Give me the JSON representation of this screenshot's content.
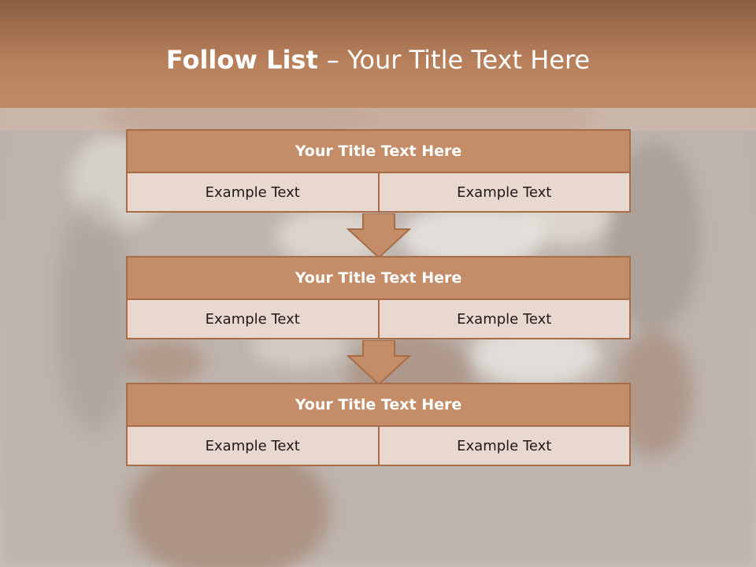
{
  "slide": {
    "title_bold": "Follow List ",
    "title_rest": " – Your Title Text Here"
  },
  "blocks": [
    {
      "title": "Your Title Text Here",
      "left": "Example Text",
      "right": "Example Text"
    },
    {
      "title": "Your Title Text Here",
      "left": "Example Text",
      "right": "Example Text"
    },
    {
      "title": "Your Title Text Here",
      "left": "Example Text",
      "right": "Example Text"
    }
  ],
  "colors": {
    "accent": "#c48d68",
    "border": "#a66d48",
    "cell_fill": "#e8d8d0",
    "header_band": "#b9805c"
  }
}
